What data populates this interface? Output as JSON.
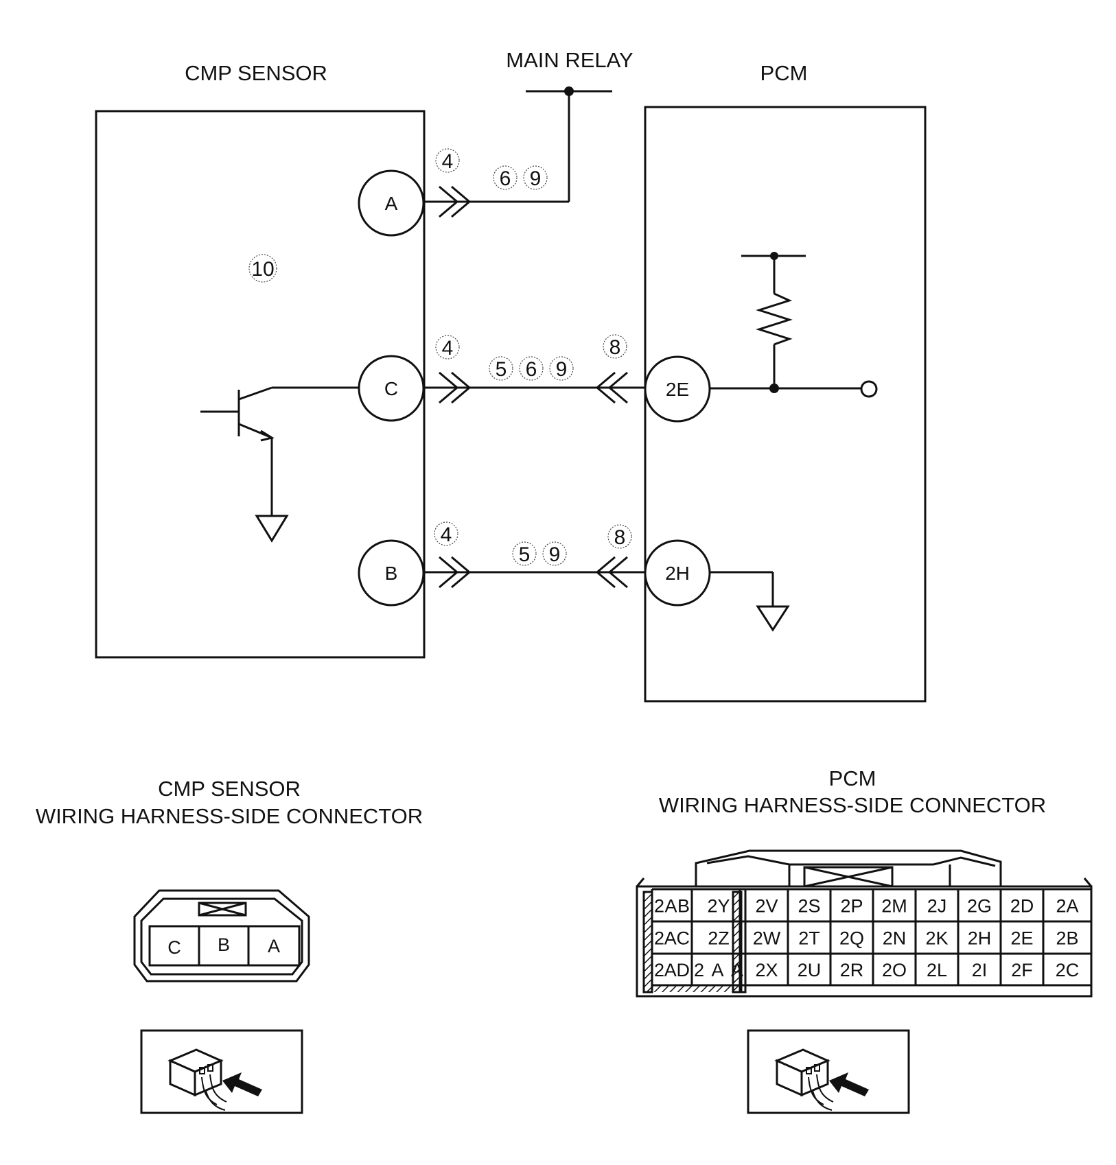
{
  "schematic": {
    "cmp_title": "CMP SENSOR",
    "relay_title": "MAIN RELAY",
    "pcm_title": "PCM",
    "inner_number": "10",
    "pins": {
      "a": "A",
      "c": "C",
      "b": "B",
      "e2": "2E",
      "h2": "2H"
    },
    "wire_a": {
      "sensor_side": "4",
      "mid": [
        "6",
        "9"
      ]
    },
    "wire_c": {
      "sensor_side": "4",
      "mid": [
        "5",
        "6",
        "9"
      ],
      "pcm_side": "8"
    },
    "wire_b": {
      "sensor_side": "4",
      "mid": [
        "5",
        "9"
      ],
      "pcm_side": "8"
    }
  },
  "connectors": {
    "cmp": {
      "title_line1": "CMP SENSOR",
      "title_line2": "WIRING HARNESS-SIDE CONNECTOR",
      "pins": [
        "C",
        "B",
        "A"
      ]
    },
    "pcm": {
      "title_line1": "PCM",
      "title_line2": "WIRING HARNESS-SIDE CONNECTOR",
      "rows": [
        [
          "2AB",
          "2Y",
          "2V",
          "2S",
          "2P",
          "2M",
          "2J",
          "2G",
          "2D",
          "2A"
        ],
        [
          "2AC",
          "2Z",
          "2W",
          "2T",
          "2Q",
          "2N",
          "2K",
          "2H",
          "2E",
          "2B"
        ],
        [
          "2AD",
          "2AA",
          "2X",
          "2U",
          "2R",
          "2O",
          "2L",
          "2I",
          "2F",
          "2C"
        ]
      ]
    }
  }
}
